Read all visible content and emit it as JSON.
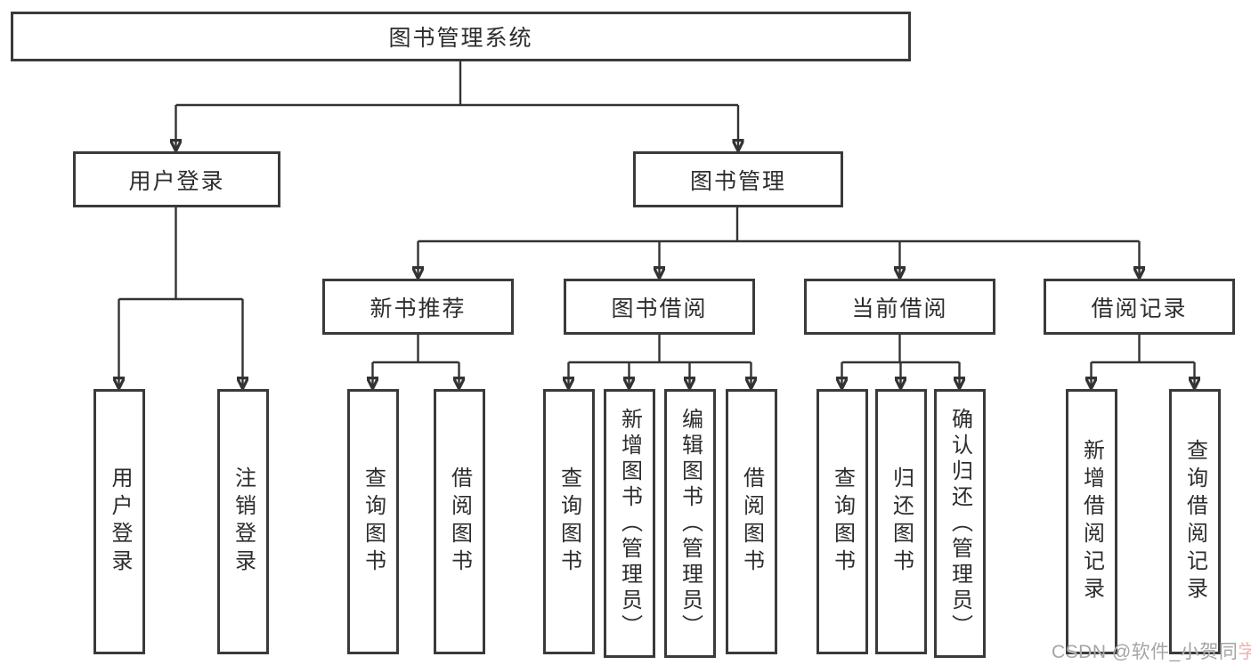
{
  "page": {
    "background": "#ffffff",
    "line_color": "#333333",
    "border_color": "#3a3a3a",
    "text_color": "#2d2d2d"
  },
  "tree": {
    "label": "图书管理系统",
    "children": [
      {
        "label": "用户登录",
        "children": [
          {
            "label": "用户登录"
          },
          {
            "label": "注销登录"
          }
        ]
      },
      {
        "label": "图书管理",
        "children": [
          {
            "label": "新书推荐",
            "children": [
              {
                "label": "查询图书"
              },
              {
                "label": "借阅图书"
              }
            ]
          },
          {
            "label": "图书借阅",
            "children": [
              {
                "label": "查询图书"
              },
              {
                "label": "新增图书（管理员）"
              },
              {
                "label": "编辑图书（管理员）"
              },
              {
                "label": "借阅图书"
              }
            ]
          },
          {
            "label": "当前借阅",
            "children": [
              {
                "label": "查询图书"
              },
              {
                "label": "归还图书"
              },
              {
                "label": "确认归还（管理员）"
              }
            ]
          },
          {
            "label": "借阅记录",
            "children": [
              {
                "label": "新增借阅记录"
              },
              {
                "label": "查询借阅记录"
              }
            ]
          }
        ]
      }
    ]
  },
  "watermark": {
    "prefix": "CSDN @软件_小贺同",
    "accent": "学",
    "color": "#a5a5a5",
    "accent_color": "#f0b2ae"
  }
}
